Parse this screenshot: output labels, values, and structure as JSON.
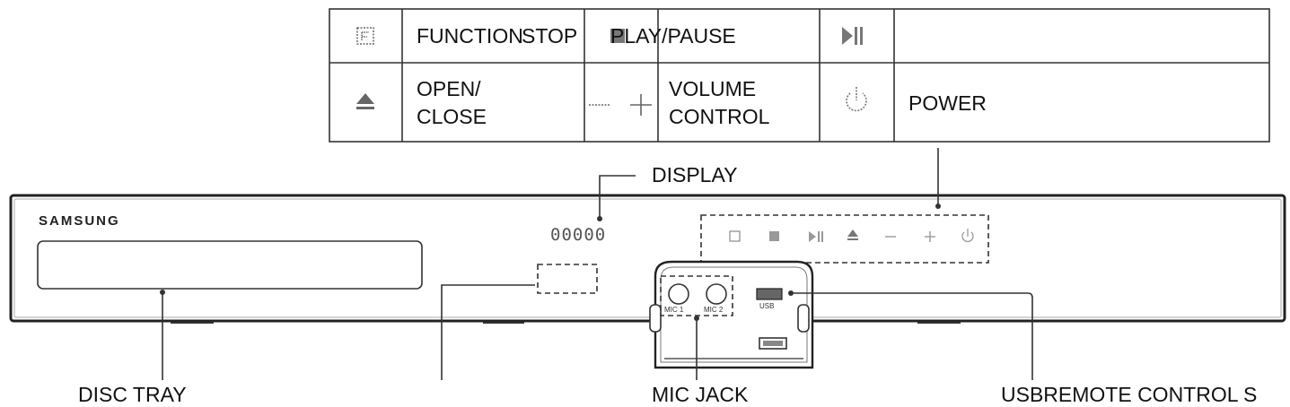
{
  "legend": {
    "row1": {
      "function_label": "FUNCTION",
      "stop_label": "STOP",
      "playpause_label": "PLAY/PAUSE",
      "empty_label": ""
    },
    "row2": {
      "openclose_label_line1": "OPEN/",
      "openclose_label_line2": "CLOSE",
      "volume_label_line1": "VOLUME",
      "volume_label_line2": "CONTROL",
      "power_label": "POWER"
    }
  },
  "device": {
    "brand": "SAMSUNG",
    "display_readout": "00000",
    "mic1_label": "MIC 1",
    "mic2_label": "MIC 2",
    "usb_label": "USB"
  },
  "callouts": {
    "display": "DISPLAY",
    "disc_tray": "DISC TRAY",
    "mic_jack": "MIC JACK",
    "usb_remote": "USBREMOTE CONTROL S"
  },
  "icons": {
    "function": "function-icon",
    "stop": "stop-icon",
    "playpause": "play-pause-icon",
    "eject": "eject-icon",
    "volume": "volume-minus-plus-icon",
    "power": "power-icon"
  }
}
